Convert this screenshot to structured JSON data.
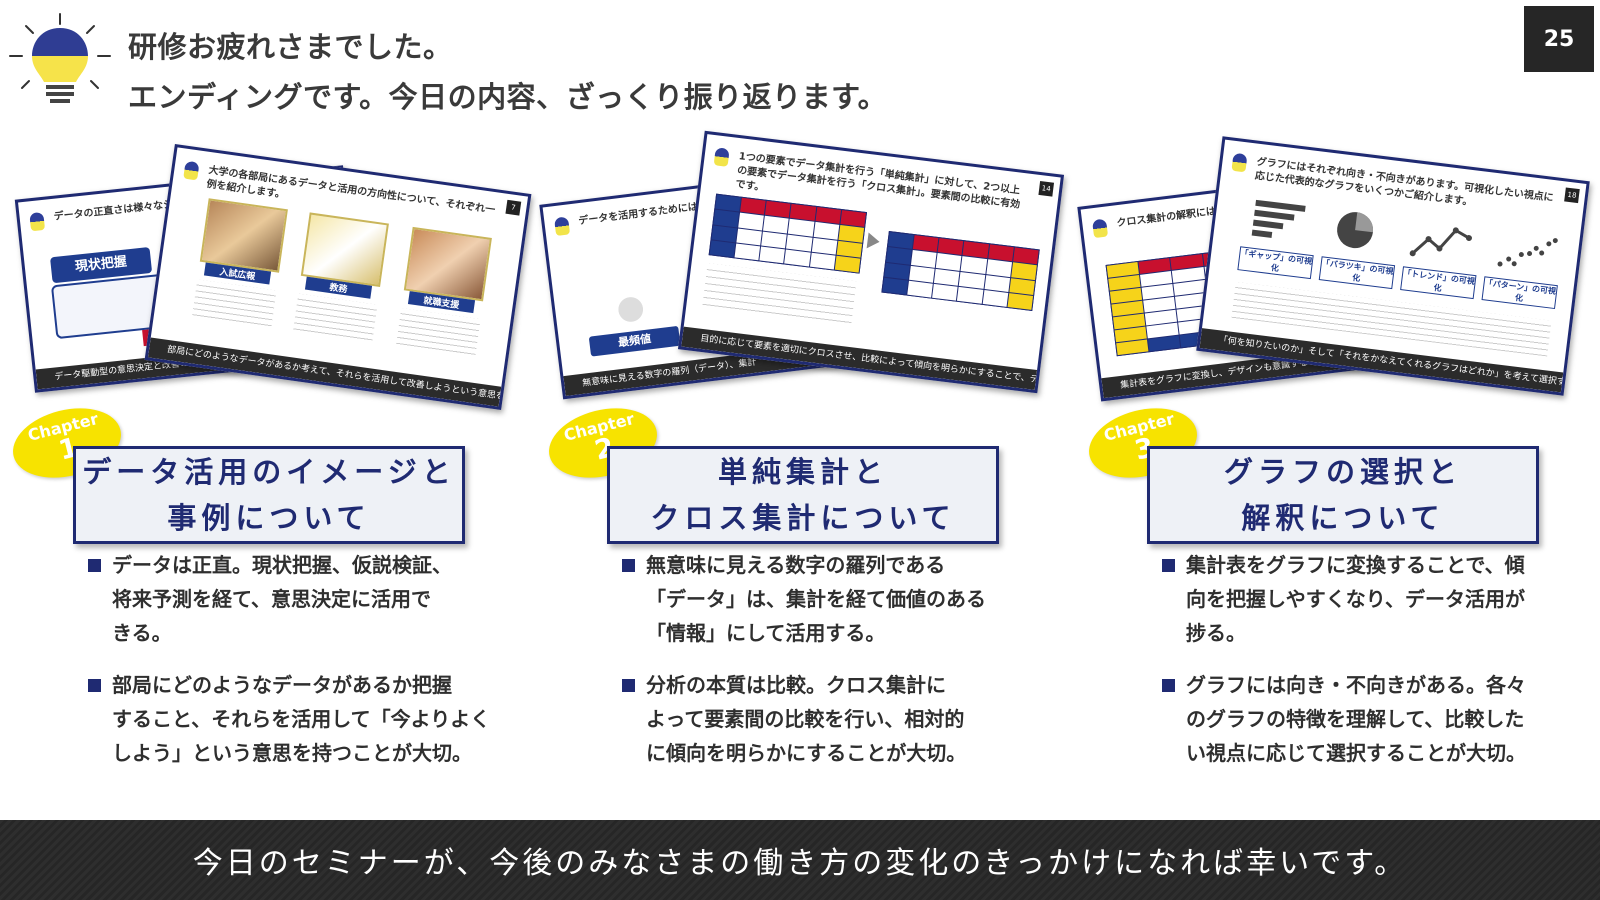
{
  "header": {
    "title_line1": "研修お疲れさまでした。",
    "title_line2": "エンディングです。今日の内容、ざっくり振り返ります。",
    "page_number": "25",
    "icon": "lightbulb-icon"
  },
  "thumbnails": [
    {
      "back": {
        "title": "データの正直さは様々なシーンに活用できます。",
        "number": "",
        "badge": "現状把握",
        "footer": "データ駆動型の意思決定と改善の実現"
      },
      "front": {
        "title": "大学の各部局にあるデータと活用の方向性について、それぞれ一例を紹介します。",
        "number": "7",
        "labels": [
          "入試広報",
          "教務",
          "就職支援"
        ],
        "footer": "部局にどのようなデータがあるか考えて、それらを活用して改善しようという意思を持つことが重要。"
      }
    },
    {
      "back": {
        "title": "データを活用するためには、数える、平均をとる、など",
        "number": "",
        "badge": "最頻値",
        "footer": "無意味に見える数字の羅列（データ）、集計"
      },
      "front": {
        "title": "1つの要素でデータ集計を行う「単純集計」に対して、2つ以上の要素でデータ集計を行う「クロス集計」。要素間の比較に有効です。",
        "number": "14",
        "footer": "目的に応じて要素を適切にクロスさせ、比較によって傾向を明らかにすることで、データをうまく活用できる。"
      }
    },
    {
      "back": {
        "title": "クロス集計の解釈には時間がかかることがあります。",
        "number": "",
        "footer": "集計表をグラフに変換し、デザインも意識すること"
      },
      "front": {
        "title": "グラフにはそれぞれ向き・不向きがあります。可視化したい視点に応じた代表的なグラフをいくつかご紹介します。",
        "number": "18",
        "labels": [
          "「ギャップ」の可視化",
          "「バラツキ」の可視化",
          "「トレンド」の可視化",
          "「パターン」の可視化"
        ],
        "footer": "「何を知りたいのか」そして「それをかなえてくれるグラフはどれか」を考えて選択することが大事。"
      }
    }
  ],
  "chapters": [
    {
      "badge_word": "Chapter",
      "badge_number": "1",
      "title_line1": "データ活用のイメージと",
      "title_line2": "事例について",
      "bullets": [
        [
          "データは正直。現状把握、仮説検証、",
          "将来予測を経て、意思決定に活用で",
          "きる。"
        ],
        [
          "部局にどのようなデータがあるか把握",
          "すること、それらを活用して「今よりよく",
          "しよう」という意思を持つことが大切。"
        ]
      ]
    },
    {
      "badge_word": "Chapter",
      "badge_number": "2",
      "title_line1": "単純集計と",
      "title_line2": "クロス集計について",
      "bullets": [
        [
          "無意味に見える数字の羅列である",
          "「データ」は、集計を経て価値のある",
          "「情報」にして活用する。"
        ],
        [
          "分析の本質は比較。クロス集計に",
          "よって要素間の比較を行い、相対的",
          "に傾向を明らかにすることが大切。"
        ]
      ]
    },
    {
      "badge_word": "Chapter",
      "badge_number": "3",
      "title_line1": "グラフの選択と",
      "title_line2": "解釈について",
      "bullets": [
        [
          "集計表をグラフに変換することで、傾",
          "向を把握しやすくなり、データ活用が",
          "捗る。"
        ],
        [
          "グラフには向き・不向きがある。各々",
          "のグラフの特徴を理解して、比較した",
          "い視点に応じて選択することが大切。"
        ]
      ]
    }
  ],
  "footer": {
    "message": "今日のセミナーが、今後のみなさまの働き方の変化のきっかけになれば幸いです。"
  },
  "colors": {
    "navy": "#1f2a72",
    "yellow": "#f7e300",
    "dark": "#262626",
    "red": "#c8102e"
  }
}
